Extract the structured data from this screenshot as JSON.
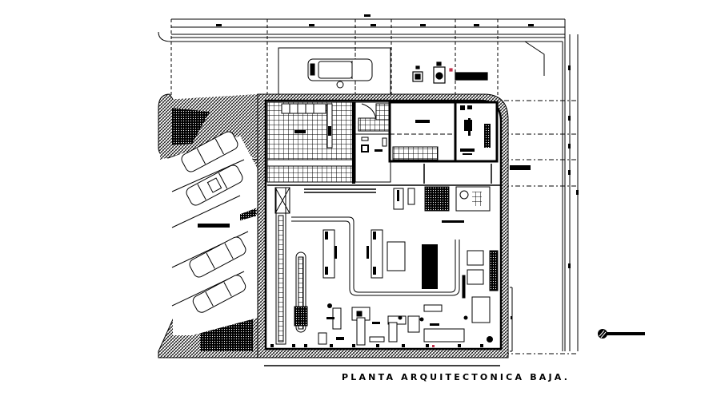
{
  "drawing": {
    "title": "PLANTA ARQUITECTONICA BAJA.",
    "type": "architectural floor plan",
    "colors": {
      "line": "#000000",
      "background": "#ffffff",
      "accent_marker": "#c0304a"
    }
  },
  "dimensions": {
    "top_overall_label": "—",
    "top_segments": 6,
    "right_segments": 6
  },
  "zones": [
    {
      "id": "tiled-hall",
      "label": "—"
    },
    {
      "id": "stairs",
      "label": "—"
    },
    {
      "id": "office",
      "label": "—"
    },
    {
      "id": "garden-room",
      "label": "—"
    },
    {
      "id": "workshop",
      "label": "—"
    },
    {
      "id": "parking",
      "label": "—"
    },
    {
      "id": "entry-court",
      "label": "—"
    }
  ],
  "parking": {
    "cars_diagonal": 4,
    "car_entry": 1
  },
  "north_arrow": {
    "icon": "north-arrow-icon"
  }
}
